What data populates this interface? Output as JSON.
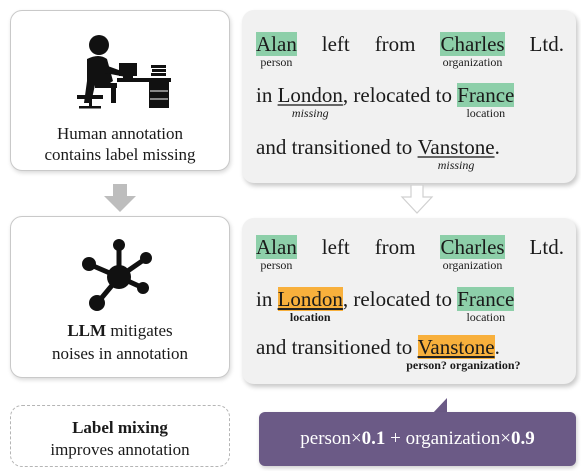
{
  "left": {
    "box1": {
      "caption_line1": "Human annotation",
      "caption_line2": "contains label missing"
    },
    "box2": {
      "caption_bold": "LLM",
      "caption_line1_rest": " mitigates",
      "caption_line2": "noises in annotation"
    },
    "box3": {
      "caption_bold": "Label mixing",
      "caption_line2": "improves annotation"
    }
  },
  "top_panel": {
    "line1": {
      "alan": "Alan",
      "alan_tag": "person",
      "w_left": "left",
      "w_from": "from",
      "charles": "Charles",
      "charles_tag": "organization",
      "ltd": "Ltd."
    },
    "line2": {
      "in": "in ",
      "london": "London",
      "london_tag": "missing",
      "mid": ", relocated to ",
      "france": "France",
      "france_tag": "location"
    },
    "line3": {
      "pre": "and transitioned to ",
      "vanstone": "Vanstone",
      "post": ".",
      "vanstone_tag": "missing"
    }
  },
  "bottom_panel": {
    "line1": {
      "alan": "Alan",
      "alan_tag": "person",
      "w_left": "left",
      "w_from": "from",
      "charles": "Charles",
      "charles_tag": "organization",
      "ltd": "Ltd."
    },
    "line2": {
      "in": "in ",
      "london": "London",
      "london_tag": "location",
      "mid": ", relocated to ",
      "france": "France",
      "france_tag": "location"
    },
    "line3": {
      "pre": "and transitioned to ",
      "vanstone": "Vanstone",
      "post": ".",
      "vanstone_tag": "person? organization?"
    }
  },
  "formula": {
    "t1": "person",
    "x1": "×",
    "w1": "0.1",
    "plus": " + ",
    "t2": "organization",
    "x2": "×",
    "w2": "0.9"
  },
  "colors": {
    "entity_green": "#8dcfa9",
    "changed_orange": "#f8b03c",
    "formula_purple": "#6b5a86",
    "arrow_gray": "#bdbdbd",
    "icon": "#111111"
  },
  "icons": [
    "person-at-desk-icon",
    "network-node-icon"
  ]
}
